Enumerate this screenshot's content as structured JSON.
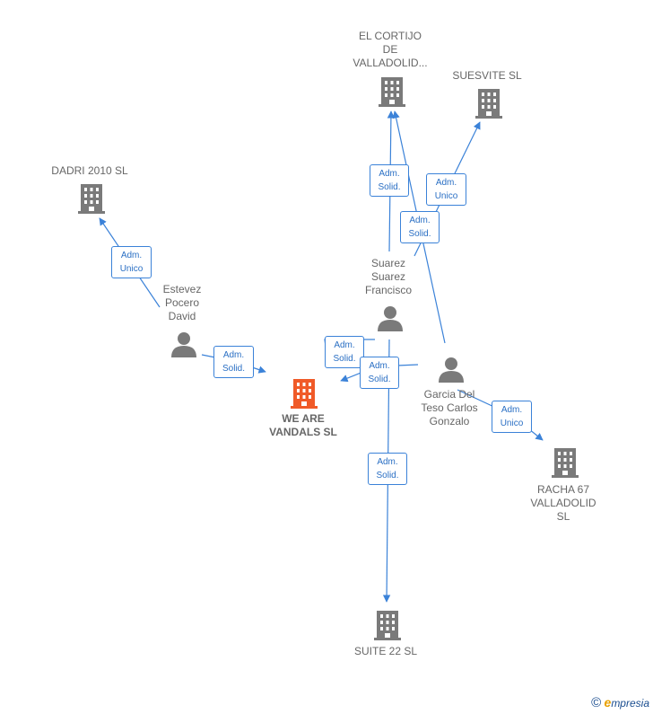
{
  "nodes": {
    "el_cortijo": "EL CORTIJO\nDE\nVALLADOLID...",
    "suesvite": "SUESVITE  SL",
    "dadri": "DADRI 2010  SL",
    "suarez": "Suarez\nSuarez\nFrancisco",
    "estevez": "Estevez\nPocero\nDavid",
    "garcia": "Garcia Del\nTeso Carlos\nGonzalo",
    "we_are_vandals": "WE ARE\nVANDALS  SL",
    "racha67": "RACHA 67\nVALLADOLID\nSL",
    "suite22": "SUITE 22 SL"
  },
  "edge_labels": {
    "suarez_elcortijo": "Adm.\nSolid.",
    "garcia_suesvite": "Adm.\nUnico",
    "garcia_elcortijo": "Adm.\nSolid.",
    "estevez_dadri": "Adm.\nUnico",
    "estevez_vandals": "Adm.\nSolid.",
    "suarez_vandals": "Adm.\nSolid.",
    "garcia_vandals": "Adm.\nSolid.",
    "garcia_racha": "Adm.\nUnico",
    "suarez_suite": "Adm.\nSolid."
  },
  "footer": {
    "copyright_symbol": "©",
    "brand_initial": "e",
    "brand_rest": "mpresia"
  },
  "colors": {
    "edge": "#3b82d8",
    "icon": "#7a7a7a",
    "main_icon": "#f05a28"
  }
}
